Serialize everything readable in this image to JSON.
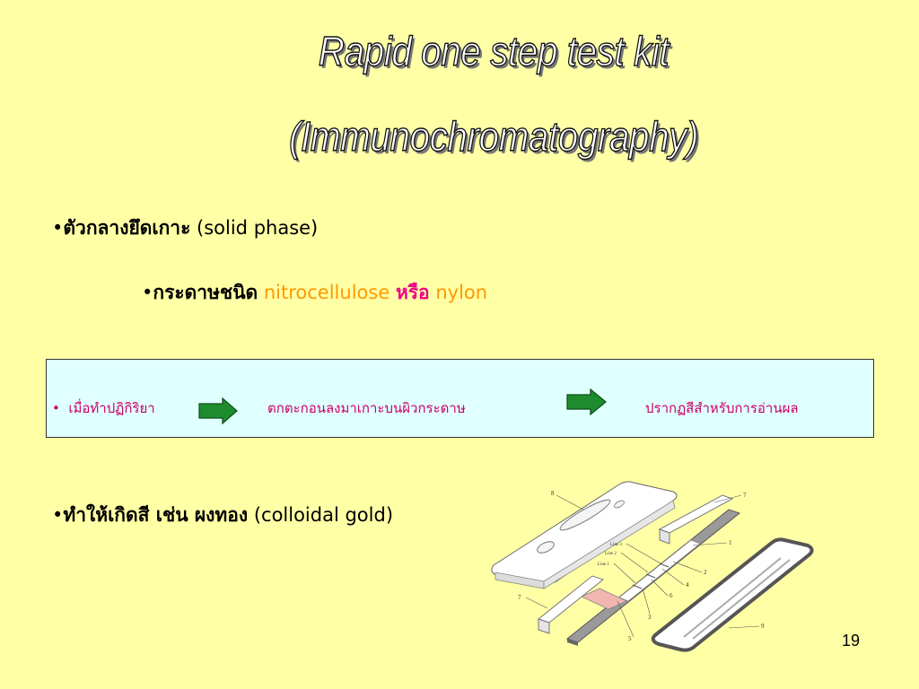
{
  "title": {
    "line1": "Rapid one step test kit",
    "line2": "(Immunochromatography)"
  },
  "bullets": {
    "b1": {
      "thai": "ตัวกลางยึดเกาะ",
      "rest": " (solid phase)"
    },
    "b2": {
      "thai": "กระดาษชนิด",
      "t1": " nitrocellulose ",
      "or": "หรือ",
      "t2": " nylon"
    },
    "b3": {
      "thai": "ทำให้เกิดสี เช่น ผงทอง",
      "rest": " (colloidal gold)"
    }
  },
  "process_box": {
    "step1": "เมื่อทำปฏิกิริยา",
    "step2": "ตกตะกอนลงมาเกาะบนผิวกระดาษ",
    "step3": "ปรากฏสีสำหรับการอ่านผล"
  },
  "diagram": {
    "labels": [
      "8",
      "7",
      "1",
      "2",
      "4",
      "6",
      "3",
      "7",
      "5",
      "9"
    ],
    "line_labels": [
      "Line 3",
      "Line 2",
      "Line 1"
    ]
  },
  "page_number": "19",
  "colors": {
    "background": "#FFFFA6",
    "box_fill": "#E0FFFF",
    "arrow_green": "#1E8C2E",
    "accent_orange": "#ff9900",
    "accent_magenta": "#ee0088"
  }
}
